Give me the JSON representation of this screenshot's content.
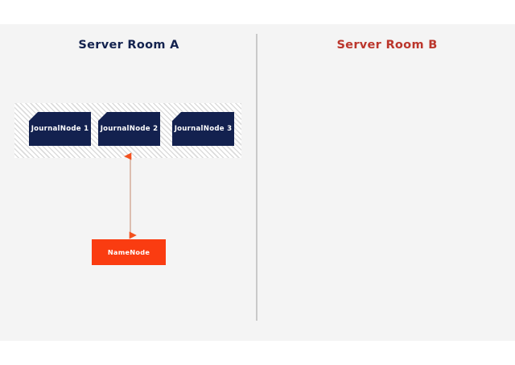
{
  "diagram": {
    "type": "architecture-diagram",
    "background_color": "#f4f4f4",
    "page_color": "#ffffff",
    "rooms": [
      {
        "id": "room-a",
        "label": "Server Room A",
        "color": "#13224e",
        "side": "left"
      },
      {
        "id": "room-b",
        "label": "Server Room B",
        "color": "#bb362c",
        "side": "right"
      }
    ],
    "divider": {
      "name": "room-divider",
      "color": "#c9c9c9",
      "orientation": "vertical"
    },
    "quorum_region": {
      "name": "journalnode-quorum-region",
      "fill": "diagonal-hatch",
      "hatch_color": "#dcdcdc"
    },
    "journal_nodes": [
      {
        "id": "journal-node-1",
        "label": "JournalNode 1",
        "color": "#13214f"
      },
      {
        "id": "journal-node-2",
        "label": "JournalNode 2",
        "color": "#13214f"
      },
      {
        "id": "journal-node-3",
        "label": "JournalNode 3",
        "color": "#13214f"
      }
    ],
    "name_node": {
      "id": "name-node",
      "label": "NameNode",
      "color": "#fa3c11"
    },
    "connectors": [
      {
        "id": "arrow-journalnode-namenode",
        "from": "name-node",
        "to": "journalnode-quorum-region",
        "style": "double-headed",
        "color": "#f4511e",
        "orientation": "vertical"
      }
    ]
  }
}
